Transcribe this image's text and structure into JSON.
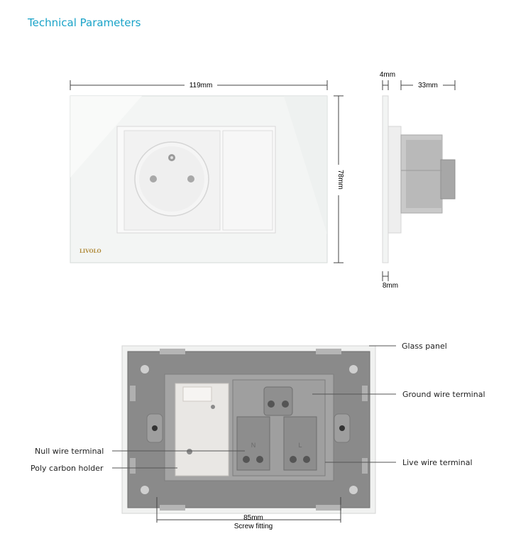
{
  "page": {
    "title": "Technical Parameters",
    "colors": {
      "title": "#1aa3c8",
      "glass": "#f4f6f5",
      "frame": "#8b8b8b",
      "plastic": "#e8e6e4"
    }
  },
  "front_view": {
    "width_label": "119mm",
    "height_label": "78mm",
    "brand": "LIVOLO"
  },
  "side_view": {
    "glass_thickness_label": "4mm",
    "depth_label": "33mm",
    "frame_label": "8mm"
  },
  "back_view": {
    "labels": {
      "glass_panel": "Glass panel",
      "ground_terminal": "Ground wire terminal",
      "null_terminal": "Null wire terminal",
      "live_terminal": "Live wire terminal",
      "poly_holder": "Poly carbon holder"
    },
    "terminal_marks": {
      "n": "N",
      "l": "L"
    },
    "screw_distance_label": "85mm",
    "screw_label": "Screw fitting"
  }
}
